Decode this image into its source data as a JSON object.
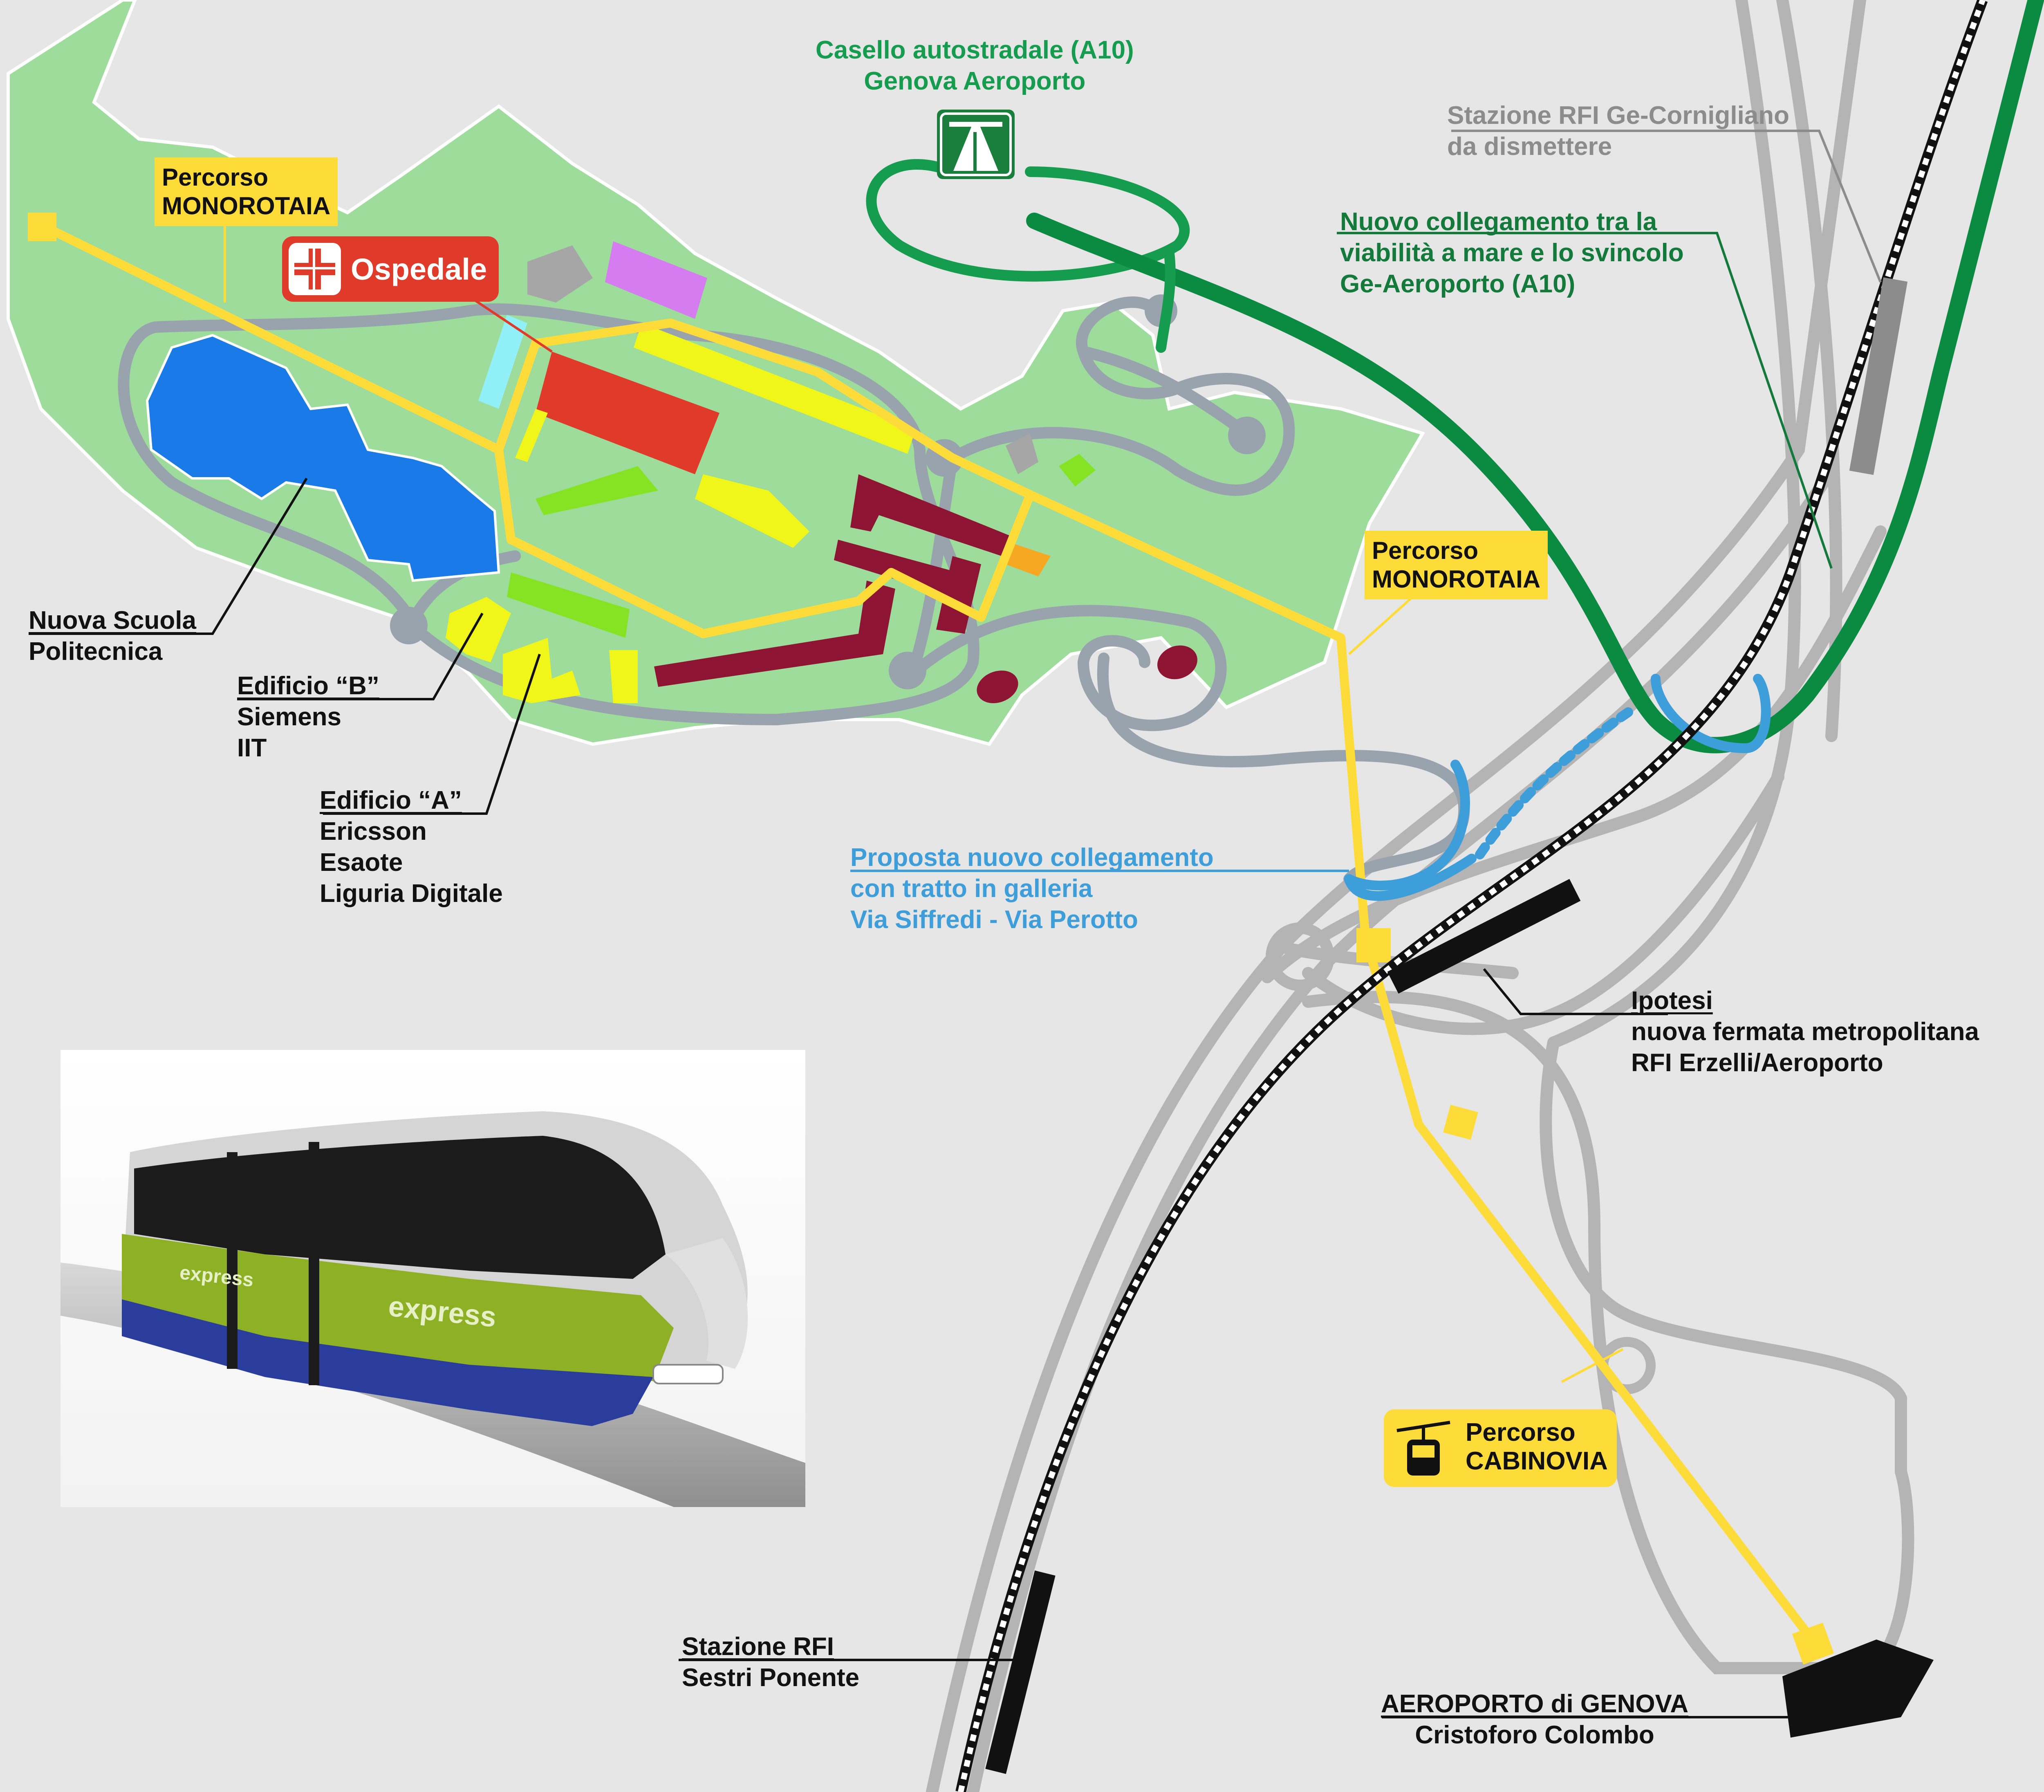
{
  "labels": {
    "casello": [
      "Casello autostradale (A10)",
      "Genova Aeroporto"
    ],
    "stazione_cornigliano": [
      "Stazione RFI Ge-Cornigliano",
      "da dismettere"
    ],
    "nuovo_collegamento": [
      "Nuovo collegamento tra la",
      "viabilità a mare e lo svincolo",
      "Ge-Aeroporto (A10)"
    ],
    "percorso_monorotaia_1": [
      "Percorso",
      "MONOROTAIA"
    ],
    "percorso_monorotaia_2": [
      "Percorso",
      "MONOROTAIA"
    ],
    "ospedale": "Ospedale",
    "nuova_scuola": [
      "Nuova Scuola",
      "Politecnica"
    ],
    "edificio_b": [
      "Edificio “B”",
      "Siemens",
      "IIT"
    ],
    "edificio_a": [
      "Edificio “A”",
      "Ericsson",
      "Esaote",
      "Liguria Digitale"
    ],
    "proposta": [
      "Proposta nuovo collegamento",
      "con tratto in galleria",
      "Via Siffredi - Via Perotto"
    ],
    "ipotesi": [
      "Ipotesi",
      "nuova fermata metropolitana",
      "RFI Erzelli/Aeroporto"
    ],
    "percorso_cabinovia": [
      "Percorso",
      "CABINOVIA"
    ],
    "stazione_sestri": [
      "Stazione RFI",
      "Sestri Ponente"
    ],
    "aeroporto": [
      "AEROPORTO di GENOVA",
      "Cristoforo Colombo"
    ],
    "train_logo_1": "express",
    "train_logo_2": "express"
  },
  "icons": {
    "hospital": "hospital-cross-icon",
    "motorway": "motorway-icon",
    "cable_car": "cable-car-icon"
  },
  "colors": {
    "background": "#e6e6e6",
    "park_green": "#9ddc9a",
    "road_gray": "#a8a8a8",
    "monorail_yellow": "#fddc3a",
    "motorway_green": "#169c4e",
    "tunnel_blue": "#3e9ed9",
    "hospital_red": "#e03a2a",
    "politecnica_blue": "#1a7ae8",
    "building_maroon": "#8e1434",
    "building_lime": "#86e324",
    "building_yellow": "#f0f51a",
    "building_violet": "#d47cf0",
    "building_cyan": "#90f0f6",
    "building_orange": "#f6a823"
  }
}
